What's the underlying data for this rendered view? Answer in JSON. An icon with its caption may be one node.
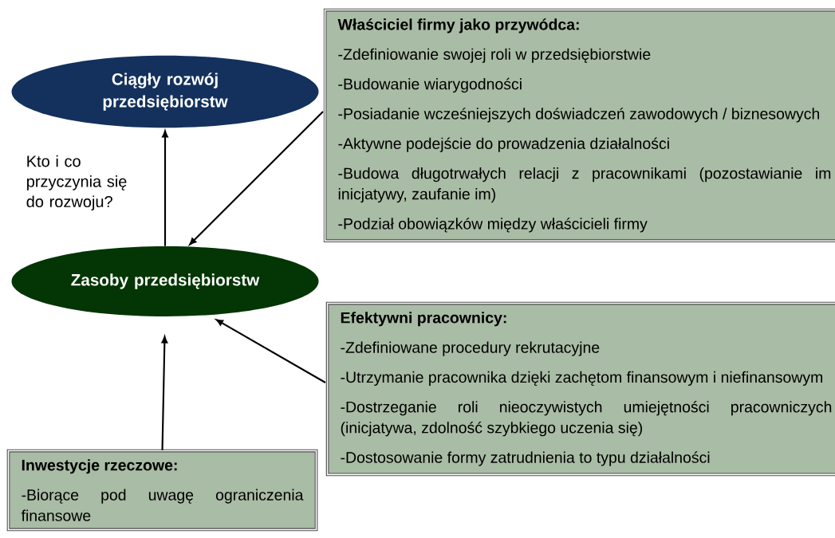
{
  "diagram": {
    "nodes": [
      {
        "text": [
          "Ciągły rozwój przedsiębiorstw"
        ]
      },
      {
        "text": [
          "Zasoby przedsiębiorstw"
        ]
      },
      {
        "text": [
          "Właściciel firmy jako przywódca:",
          "-Zdefiniowanie swojej roli w przedsiębiorstwie",
          "-Budowanie wiarygodności",
          "-Posiadanie wcześniejszych doświadczeń zawodowych / biznesowych",
          "-Aktywne podejście do prowadzenia działalności",
          "-Budowa długotrwałych relacji z pracownikami (pozostawianie im inicjatywy, zaufanie im)",
          "-Podział obowiązków między właścicieli firmy"
        ]
      },
      {
        "text": [
          "Efektywni pracownicy:",
          "-Zdefiniowane procedury rekrutacyjne",
          "-Utrzymanie pracownika dzięki zachętom finansowym i niefinansowym",
          "-Dostrzeganie roli nieoczywistych umiejętności pracowniczych (inicjatywa, zdolność szybkiego uczenia się)",
          "-Dostosowanie formy zatrudnienia to typu działalności"
        ]
      },
      {
        "text": [
          "Inwestycje rzeczowe:",
          "-Biorące pod uwagę ograniczenia finansowe"
        ]
      }
    ],
    "edges": [
      {
        "from": 1,
        "to": 0,
        "arrow": "to"
      },
      {
        "from": 2,
        "to": 1,
        "arrow": "to"
      },
      {
        "from": 3,
        "to": 1,
        "arrow": "to"
      },
      {
        "from": 4,
        "to": 1,
        "arrow": "to"
      }
    ],
    "labels": [
      "Kto i co przyczynia się do rozwoju?"
    ]
  }
}
